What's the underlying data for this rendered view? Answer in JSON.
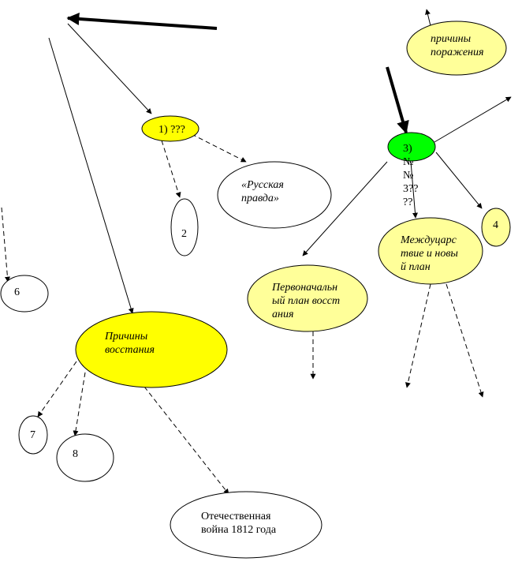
{
  "diagram": {
    "colors": {
      "yellow": "#ffff00",
      "light_yellow": "#ffff99",
      "green": "#00ff00",
      "white": "#ffffff",
      "stroke": "#000000"
    },
    "nodes": {
      "causes_of_defeat": "причины поражения",
      "node_1": "1) ???",
      "russkaya_pravda": "«Русская правда»",
      "node_2": "2",
      "node_3": "3) № № 3?? ??",
      "node_4": "4",
      "interregnum": "Междуцарствие и новый план",
      "initial_plan": "Первоначальный план восстания",
      "node_6": "6",
      "causes_of_uprising": "Причины восстания",
      "node_7": "7",
      "node_8": "8",
      "patriotic_war": "Отечественная война 1812 года"
    }
  }
}
